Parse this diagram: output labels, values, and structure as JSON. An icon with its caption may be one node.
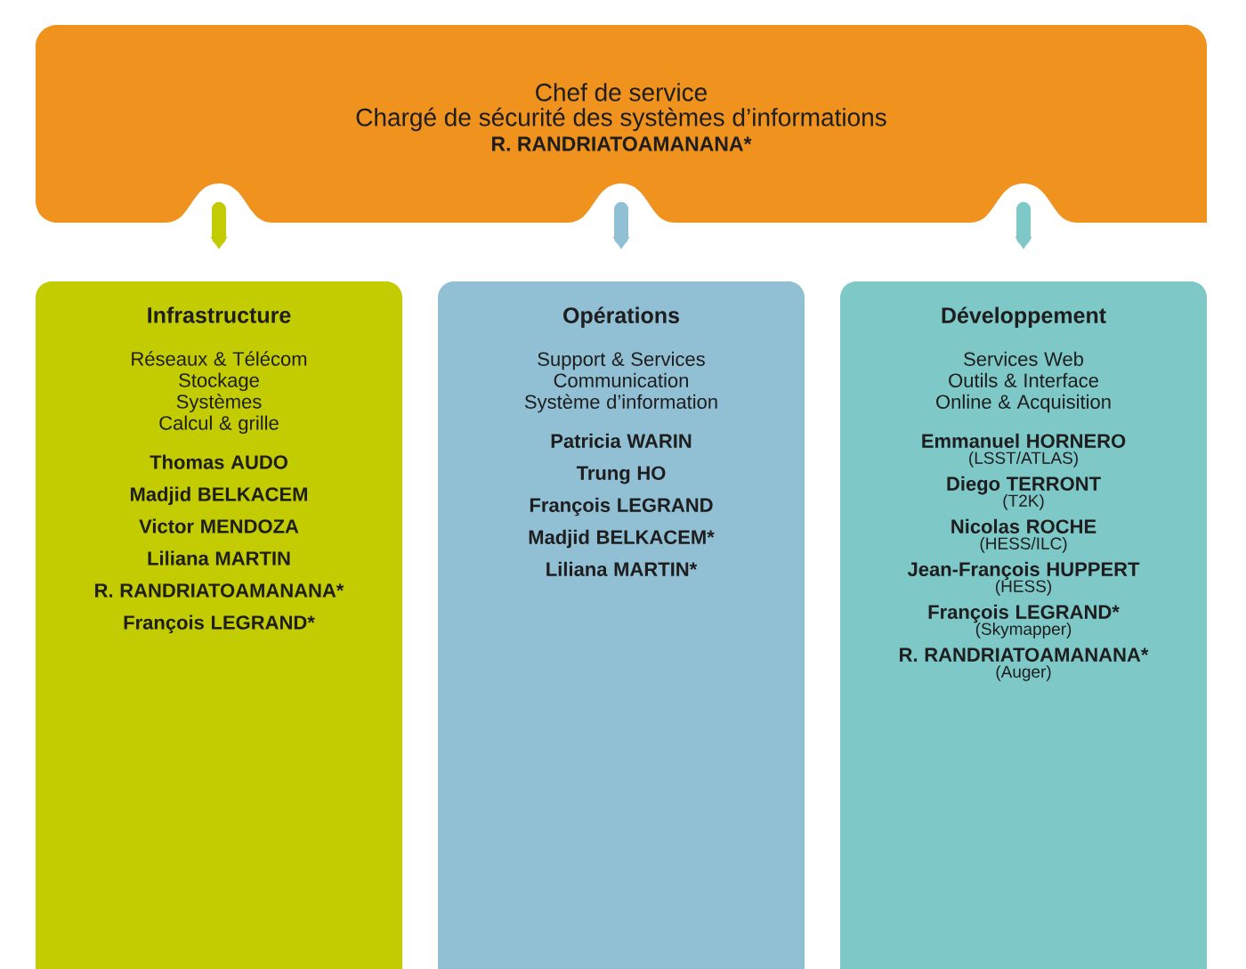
{
  "diagram": {
    "nodes": [
      {
        "text": [
          "Chef de service",
          "Chargé de sécurité des systèmes d’informations",
          "R. RANDRIATOAMANANA*"
        ]
      },
      {
        "text": [
          "Infrastructure",
          "Réseaux & Télécom",
          "Stockage",
          "Systèmes",
          "Calcul & grille",
          "Thomas AUDO",
          "Madjid BELKACEM",
          "Victor MENDOZA",
          "Liliana MARTIN",
          "R. RANDRIATOAMANANA*",
          "François LEGRAND*"
        ]
      },
      {
        "text": [
          "Opérations",
          "Support & Services",
          "Communication",
          "Système d’information",
          "Patricia WARIN",
          "Trung HO",
          "François LEGRAND",
          "Madjid BELKACEM*",
          "Liliana MARTIN*"
        ]
      },
      {
        "text": [
          "Développement",
          "Services Web",
          "Outils & Interface",
          "Online & Acquisition",
          "Emmanuel HORNERO",
          "(LSST/ATLAS)",
          "Diego TERRONT",
          "(T2K)",
          "Nicolas ROCHE",
          "(HESS/ILC)",
          "Jean-François HUPPERT",
          "(HESS)",
          "François LEGRAND*",
          "(Skymapper)",
          "R. RANDRIATOAMANANA*",
          "(Auger)"
        ]
      }
    ],
    "edges": [
      {
        "from": 0,
        "to": 1,
        "arrow": "to",
        "color": "#c3cc00"
      },
      {
        "from": 0,
        "to": 2,
        "arrow": "to",
        "color": "#91bfd4"
      },
      {
        "from": 0,
        "to": 3,
        "arrow": "to",
        "color": "#7fc8c8"
      }
    ]
  }
}
